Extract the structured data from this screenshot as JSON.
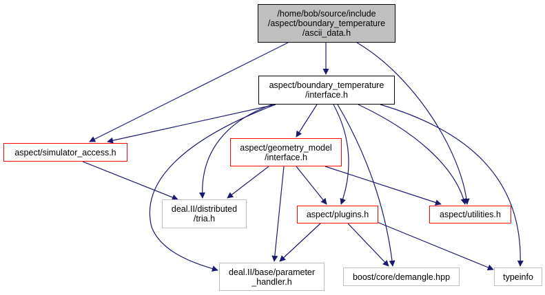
{
  "diagram": {
    "type": "include-dependency-graph",
    "edge_color": "#191970",
    "nodes": [
      {
        "id": "ascii_data",
        "lines": [
          "/home/bob/source/include",
          "/aspect/boundary_temperature",
          "/ascii_data.h"
        ],
        "style": "root"
      },
      {
        "id": "bt_interface",
        "lines": [
          "aspect/boundary_temperature",
          "/interface.h"
        ],
        "style": "main"
      },
      {
        "id": "simulator_access",
        "lines": [
          "aspect/simulator_access.h"
        ],
        "style": "red"
      },
      {
        "id": "geometry_model",
        "lines": [
          "aspect/geometry_model",
          "/interface.h"
        ],
        "style": "red"
      },
      {
        "id": "tria",
        "lines": [
          "deal.II/distributed",
          "/tria.h"
        ],
        "style": "grey"
      },
      {
        "id": "plugins",
        "lines": [
          "aspect/plugins.h"
        ],
        "style": "red"
      },
      {
        "id": "utilities",
        "lines": [
          "aspect/utilities.h"
        ],
        "style": "red"
      },
      {
        "id": "parameter_handler",
        "lines": [
          "deal.II/base/parameter",
          "_handler.h"
        ],
        "style": "grey"
      },
      {
        "id": "demangle",
        "lines": [
          "boost/core/demangle.hpp"
        ],
        "style": "grey"
      },
      {
        "id": "typeinfo",
        "lines": [
          "typeinfo"
        ],
        "style": "grey"
      }
    ],
    "edges": [
      {
        "from": "ascii_data",
        "to": "bt_interface"
      },
      {
        "from": "ascii_data",
        "to": "simulator_access"
      },
      {
        "from": "ascii_data",
        "to": "utilities"
      },
      {
        "from": "bt_interface",
        "to": "simulator_access"
      },
      {
        "from": "bt_interface",
        "to": "geometry_model"
      },
      {
        "from": "bt_interface",
        "to": "tria"
      },
      {
        "from": "bt_interface",
        "to": "plugins"
      },
      {
        "from": "bt_interface",
        "to": "utilities"
      },
      {
        "from": "bt_interface",
        "to": "parameter_handler"
      },
      {
        "from": "bt_interface",
        "to": "demangle"
      },
      {
        "from": "bt_interface",
        "to": "typeinfo"
      },
      {
        "from": "simulator_access",
        "to": "tria"
      },
      {
        "from": "geometry_model",
        "to": "tria"
      },
      {
        "from": "geometry_model",
        "to": "plugins"
      },
      {
        "from": "geometry_model",
        "to": "utilities"
      },
      {
        "from": "geometry_model",
        "to": "parameter_handler"
      },
      {
        "from": "plugins",
        "to": "parameter_handler"
      },
      {
        "from": "plugins",
        "to": "demangle"
      },
      {
        "from": "plugins",
        "to": "typeinfo"
      }
    ]
  }
}
